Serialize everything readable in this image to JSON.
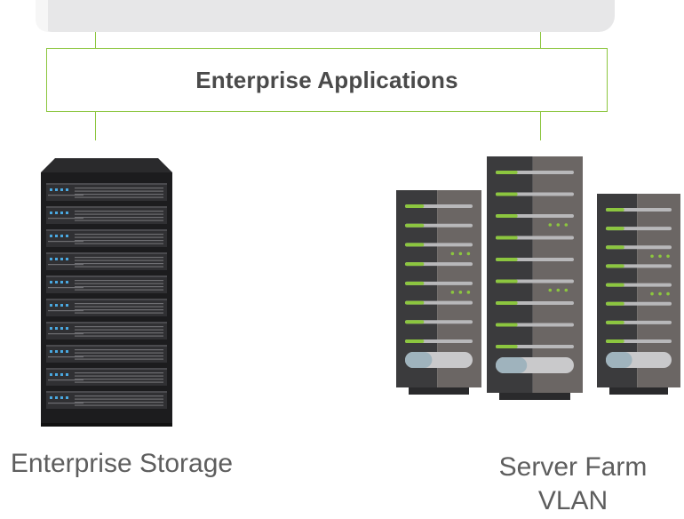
{
  "title": "Enterprise Applications",
  "storage_label": "Enterprise Storage",
  "server_label_line1": "Server Farm",
  "server_label_line2": "VLAN",
  "colors": {
    "accent_green": "#8cc63f",
    "bus_gray": "#e7e7e8",
    "text_gray": "#5e5e5e",
    "title_gray": "#4a4a4a",
    "rack_black": "#1c1c1e",
    "server_dark": "#3b3b3d",
    "server_mid": "#6b6664",
    "led_blue": "#4aa8e0"
  },
  "storage_shelf_count": 10,
  "server_racks": [
    {
      "name": "left-server",
      "slots": 8
    },
    {
      "name": "center-server",
      "slots": 9
    },
    {
      "name": "right-server",
      "slots": 8
    }
  ]
}
